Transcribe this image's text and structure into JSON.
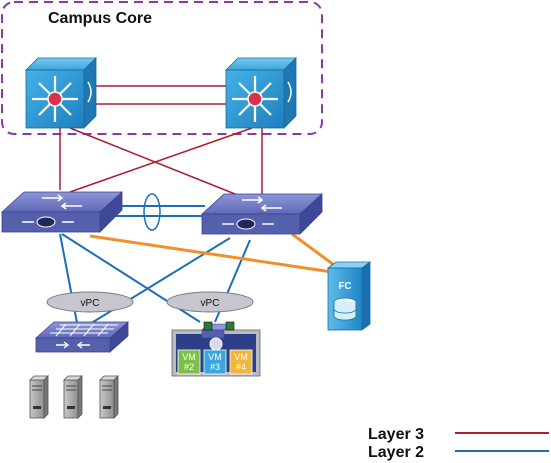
{
  "title": "Campus Core",
  "vpc_left": "vPC",
  "vpc_right": "vPC",
  "fc_label": "FC",
  "vm_labels": [
    "VM #2",
    "VM #3",
    "VM #4"
  ],
  "legend": {
    "layer3": "Layer 3",
    "layer2": "Layer 2"
  },
  "colors": {
    "layer3": "#b01c2e",
    "layer2": "#1c6fb5",
    "fc_link": "#f0902a",
    "core_boundary": "#8a3aa8",
    "switch": "#5a63b0",
    "core_cube": "#2a8fc8",
    "storage": "#3aa0dc"
  },
  "icons": [
    "core-switch-icon",
    "distribution-switch-icon",
    "access-switch-icon",
    "server-icon",
    "fc-storage-icon",
    "virtual-server-icon"
  ]
}
